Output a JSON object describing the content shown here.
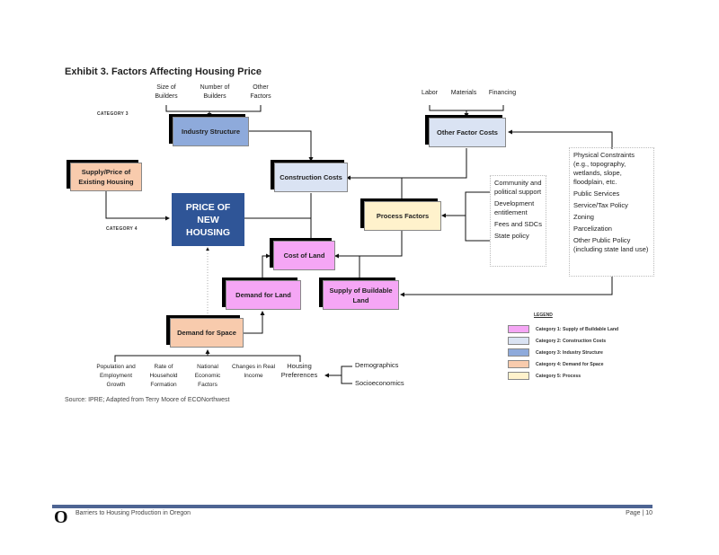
{
  "title": "Exhibit 3. Factors Affecting Housing Price",
  "category_labels": {
    "cat3": "CATEGORY 3",
    "cat4": "CATEGORY 4"
  },
  "industry_inputs": [
    "Size of\nBuilders",
    "Number of\nBuilders",
    "Other\nFactors"
  ],
  "factor_inputs": [
    "Labor",
    "Materials",
    "Financing"
  ],
  "boxes": {
    "industry_structure": "Industry Structure",
    "other_factor_costs": "Other Factor Costs",
    "construction_costs": "Construction Costs",
    "supply_existing": "Supply/Price of Existing Housing",
    "price_new_housing": "PRICE OF NEW HOUSING",
    "process_factors": "Process Factors",
    "cost_of_land": "Cost of Land",
    "demand_for_land": "Demand for Land",
    "supply_buildable": "Supply of Buildable Land",
    "demand_for_space": "Demand for Space"
  },
  "process_list": [
    "Community and political support",
    "Development entitlement",
    "Fees and SDCs",
    "State policy"
  ],
  "constraints_list": [
    "Physical Constraints (e.g., topography, wetlands, slope, floodplain, etc.",
    "Public Services",
    "Service/Tax Policy",
    "Zoning",
    "Parcelization",
    "Other Public Policy (including state land use)"
  ],
  "demand_inputs": [
    "Population and Employment Growth",
    "Rate of Household Formation",
    "National Economic Factors",
    "Changes in Real Income",
    "Housing Preferences"
  ],
  "preference_inputs": [
    "Demographics",
    "Socioeconomics"
  ],
  "legend": {
    "title": "LEGEND",
    "items": [
      {
        "label": "Category 1: Supply of Buildable Land",
        "color": "#f5a6f5"
      },
      {
        "label": "Category 2: Construction Costs",
        "color": "#dae3f3"
      },
      {
        "label": "Category 3: Industry Structure",
        "color": "#8eaadb"
      },
      {
        "label": "Category 4: Demand for Space",
        "color": "#f8cbad"
      },
      {
        "label": "Category 5:  Process",
        "color": "#fff2cc"
      }
    ]
  },
  "source": "Source: IPRE; Adapted from Terry Moore of ECONorthwest",
  "footer": {
    "logo": "O",
    "doc_title": "Barriers to Housing Production in Oregon",
    "page": "Page | 10"
  }
}
